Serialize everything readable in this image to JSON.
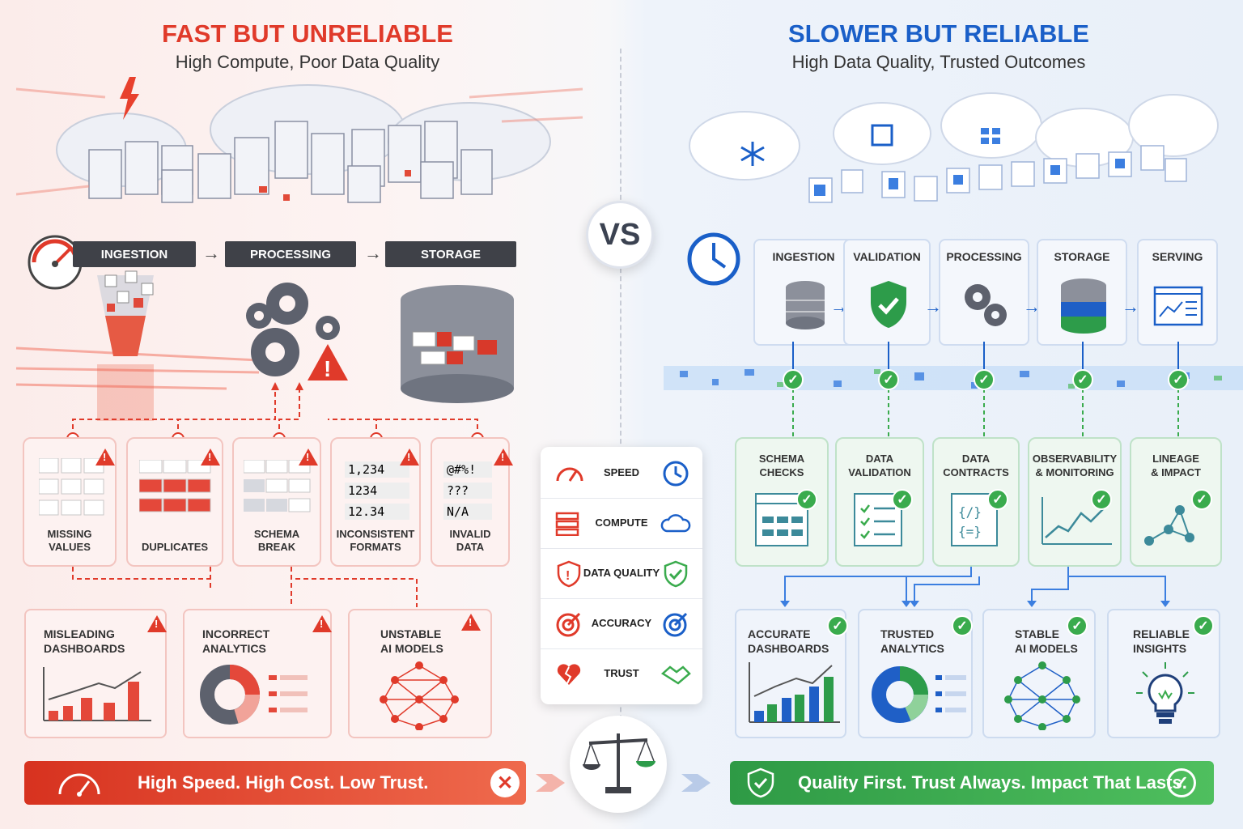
{
  "left": {
    "title": "FAST BUT UNRELIABLE",
    "subtitle": "High Compute, Poor Data Quality",
    "stages": [
      "INGESTION",
      "PROCESSING",
      "STORAGE"
    ],
    "problems": [
      {
        "label": "MISSING\nVALUES"
      },
      {
        "label": "DUPLICATES"
      },
      {
        "label": "SCHEMA\nBREAK"
      },
      {
        "label": "INCONSISTENT\nFORMATS",
        "samples": [
          "1,234",
          "1234",
          "12.34"
        ]
      },
      {
        "label": "INVALID\nDATA",
        "samples": [
          "@#%!",
          "???",
          "N/A"
        ]
      }
    ],
    "impacts": [
      "MISLEADING\nDASHBOARDS",
      "INCORRECT\nANALYTICS",
      "UNSTABLE\nAI MODELS"
    ],
    "banner": "High Speed. High Cost. Low Trust.",
    "accent": "#e03a2a"
  },
  "vs": "VS",
  "right": {
    "title": "SLOWER BUT RELIABLE",
    "subtitle": "High Data Quality, Trusted Outcomes",
    "stages": [
      "INGESTION",
      "VALIDATION",
      "PROCESSING",
      "STORAGE",
      "SERVING"
    ],
    "checks": [
      "SCHEMA\nCHECKS",
      "DATA\nVALIDATION",
      "DATA\nCONTRACTS",
      "OBSERVABILITY\n& MONITORING",
      "LINEAGE\n& IMPACT"
    ],
    "outcomes": [
      "ACCURATE\nDASHBOARDS",
      "TRUSTED\nANALYTICS",
      "STABLE\nAI MODELS",
      "RELIABLE\nINSIGHTS"
    ],
    "banner": "Quality First. Trust Always. Impact That Lasts.",
    "accent": "#1a5fc8"
  },
  "comparison": [
    {
      "label": "SPEED",
      "left_icon": "speedometer-icon",
      "right_icon": "clock-icon"
    },
    {
      "label": "COMPUTE",
      "left_icon": "server-icon",
      "right_icon": "cloud-icon"
    },
    {
      "label": "DATA QUALITY",
      "left_icon": "shield-warning-icon",
      "right_icon": "shield-check-icon"
    },
    {
      "label": "ACCURACY",
      "left_icon": "target-icon",
      "right_icon": "target-icon"
    },
    {
      "label": "TRUST",
      "left_icon": "broken-heart-icon",
      "right_icon": "handshake-icon"
    }
  ]
}
